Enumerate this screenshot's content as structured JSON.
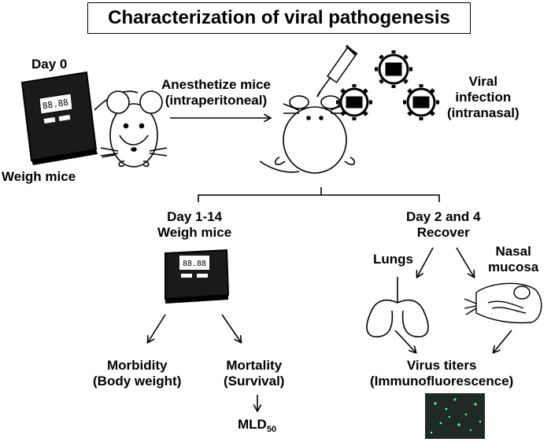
{
  "title": "Characterization of viral pathogenesis",
  "day0": {
    "label": "Day 0",
    "weigh": "Weigh mice"
  },
  "anesthetize": {
    "line1": "Anesthetize mice",
    "line2": "(intraperitoneal)"
  },
  "infection": {
    "line1": "Viral",
    "line2": "infection",
    "line3": "(intranasal)"
  },
  "branch_left": {
    "line1": "Day 1-14",
    "line2": "Weigh mice"
  },
  "branch_right": {
    "line1": "Day 2 and 4",
    "line2": "Recover"
  },
  "lungs": "Lungs",
  "nasal": {
    "line1": "Nasal",
    "line2": "mucosa"
  },
  "morbidity": {
    "line1": "Morbidity",
    "line2": "(Body weight)"
  },
  "mortality": {
    "line1": "Mortality",
    "line2": "(Survival)"
  },
  "mld": {
    "base": "MLD",
    "sub": "50"
  },
  "titers": {
    "line1": "Virus titers",
    "line2": "(Immunofluorescence)"
  },
  "scale_display": "88.88",
  "colors": {
    "ink": "#000000",
    "scale_body": "#1a1a1a",
    "fluor_bg": "#1f2a24",
    "fluor_dot": "#4dffa0"
  }
}
